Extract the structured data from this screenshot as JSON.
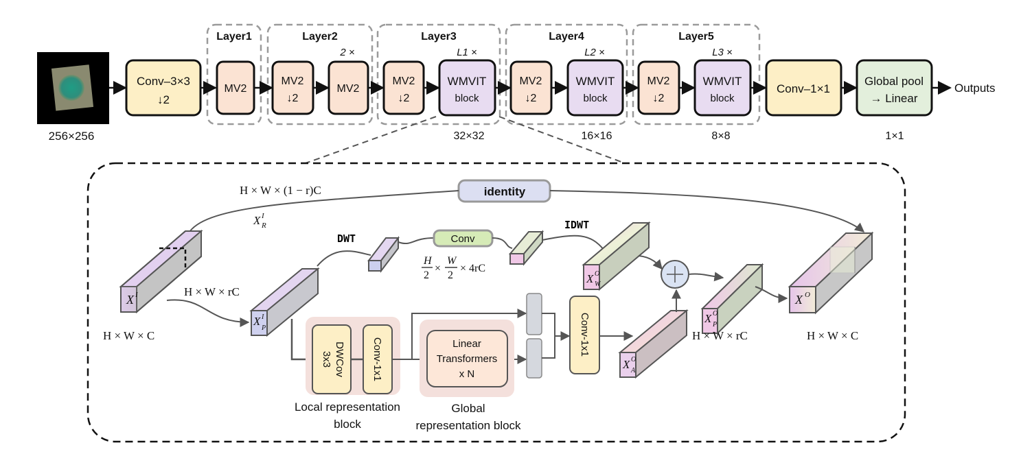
{
  "pipeline": {
    "input_size": "256×256",
    "conv1": [
      "Conv–3×3",
      "↓2"
    ],
    "layers": {
      "layer1": {
        "title": "Layer1"
      },
      "layer2": {
        "title": "Layer2",
        "repeat": "2 ×"
      },
      "layer3": {
        "title": "Layer3",
        "repeat": "L1 ×"
      },
      "layer4": {
        "title": "Layer4",
        "repeat": "L2 ×"
      },
      "layer5": {
        "title": "Layer5",
        "repeat": "L3 ×"
      }
    },
    "mv2": "MV2",
    "down2": "↓2",
    "wmvit": [
      "WMVIT",
      "block"
    ],
    "conv_last": "Conv–1×1",
    "pool": [
      "Global pool",
      "→ Linear"
    ],
    "outputs": "Outputs",
    "sizes": [
      "32×32",
      "16×16",
      "8×8",
      "1×1"
    ]
  },
  "detail": {
    "identity": "identity",
    "top_dim": "H × W × (1 − r)C",
    "x_r": "X",
    "x_r_sup": "I",
    "x_r_sub": "R",
    "dwt": "DWT",
    "idwt": "IDWT",
    "conv": "Conv",
    "half_dim": "× 4rC",
    "h_num": "H",
    "w_num": "W",
    "two": "2",
    "x_i": "X",
    "x_i_sup": "I",
    "hwrc": "H × W × rC",
    "hwc": "H × W × C",
    "x_p": "X",
    "x_p_sup": "I",
    "x_p_sub": "P",
    "dwconv": [
      "DWCov",
      "3x3"
    ],
    "conv1x1": "Conv-1x1",
    "local_block": [
      "Local representation",
      "block"
    ],
    "transformer": [
      "Linear",
      "Transformers",
      "x N"
    ],
    "global_block": [
      "Global",
      "representation block"
    ],
    "x_w": "X",
    "x_w_sup": "O",
    "x_w_sub": "W",
    "x_a": "X",
    "x_a_sup": "O",
    "x_a_sub": "A",
    "x_po": "X",
    "x_po_sup": "O",
    "x_po_sub": "P",
    "x_o": "X",
    "x_o_sup": "O",
    "hwrc_out": "H × W × rC",
    "hwc_out": "H × W × C"
  },
  "colors": {
    "yellow": "#fdefc6",
    "peach": "#fbe3d3",
    "lavender": "#e8dcf1",
    "green": "#e3efdc",
    "identity": "#dcdff2",
    "conv_green": "#d6ebb7",
    "cell": "#2aa08d"
  }
}
